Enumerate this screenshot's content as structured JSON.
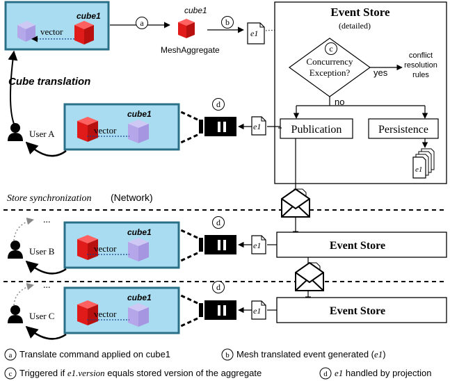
{
  "colors": {
    "panel_fill": "#a9dcf0",
    "panel_stroke": "#2a6f88",
    "cube_red": "#e11a1a",
    "cube_purple": "#b79be8",
    "black": "#000000",
    "dashed_gray": "#888888"
  },
  "labels": {
    "cube_name": "cube1",
    "vector": "vector",
    "mesh_aggregate": "MeshAggregate",
    "cube_translation": "Cube translation",
    "user_a": "User A",
    "user_b": "User B",
    "user_c": "User C",
    "event_store_title": "Event Store",
    "event_store_detailed": "(detailed)",
    "concurrency_line1": "Concurrency",
    "concurrency_line2": "Exception?",
    "yes": "yes",
    "no": "no",
    "conflict_line1": "conflict",
    "conflict_line2": "resolution",
    "conflict_line3": "rules",
    "publication": "Publication",
    "persistence": "Persistence",
    "event": "e1",
    "store_sync": "Store synchronization",
    "network": "(Network)",
    "event_store": "Event Store",
    "ellipsis": "..."
  },
  "steps": {
    "a": "a",
    "b": "b",
    "c": "c",
    "d": "d"
  },
  "legend": {
    "a_text": "Translate command applied on cube1",
    "b_text": "Mesh translated event generated (",
    "b_event": "e1",
    "b_close": ")",
    "c_pre": "Triggered if ",
    "c_code": "e1.version",
    "c_post": " equals stored version of the aggregate",
    "d_event": "e1",
    "d_text": " handled by projection"
  },
  "icons": {
    "document": "document-icon",
    "envelope": "envelope-icon",
    "user": "user-icon",
    "projection": "projection-icon",
    "cube": "cube-icon"
  }
}
